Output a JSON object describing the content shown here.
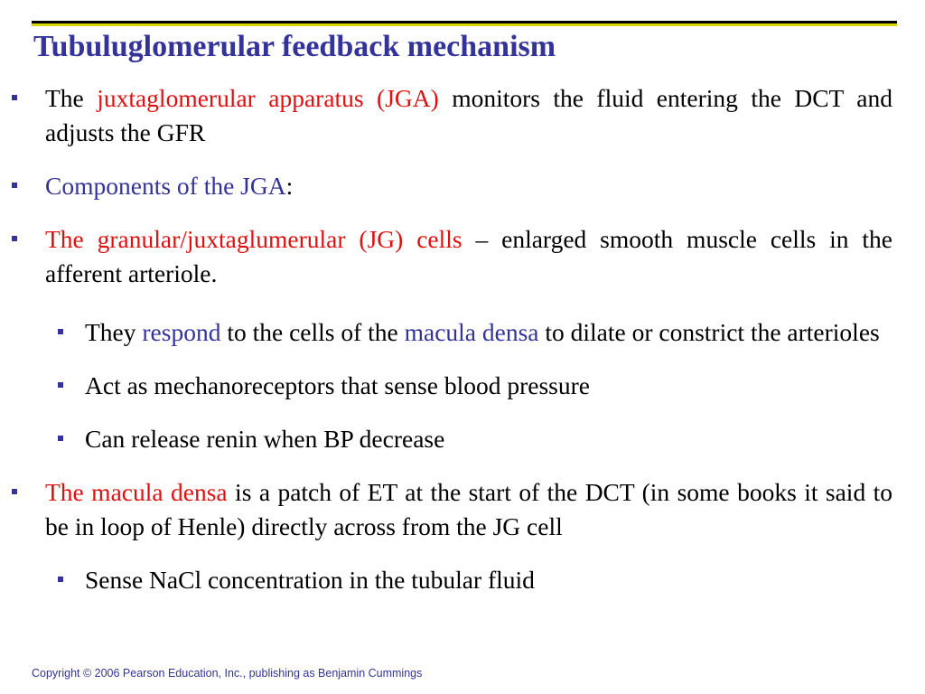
{
  "colors": {
    "title": "#333399",
    "accent_line": "#d8d800",
    "highlight_red": "#e01010",
    "highlight_blue": "#333399",
    "bullet": "#333399"
  },
  "slide": {
    "title": "Tubuluglomerular feedback mechanism",
    "bullets": [
      {
        "level": 1,
        "segments": [
          {
            "text": "The ",
            "style": "normal"
          },
          {
            "text": "juxtaglomerular apparatus (JGA)",
            "style": "red"
          },
          {
            "text": " monitors the fluid entering the DCT and adjusts the GFR",
            "style": "normal"
          }
        ]
      },
      {
        "level": 1,
        "segments": [
          {
            "text": "Components of the JGA",
            "style": "blue"
          },
          {
            "text": ":",
            "style": "normal"
          }
        ]
      },
      {
        "level": 1,
        "segments": [
          {
            "text": "The granular/juxtaglumerular (JG) cells",
            "style": "red"
          },
          {
            "text": " – enlarged smooth muscle cells in the afferent arteriole.",
            "style": "normal"
          }
        ]
      },
      {
        "level": 2,
        "segments": [
          {
            "text": " They ",
            "style": "normal"
          },
          {
            "text": "respond",
            "style": "blue"
          },
          {
            "text": " to the cells of the ",
            "style": "normal"
          },
          {
            "text": "macula densa",
            "style": "blue"
          },
          {
            "text": " to dilate or constrict the arterioles",
            "style": "normal"
          }
        ]
      },
      {
        "level": 2,
        "segments": [
          {
            "text": "Act as mechanoreceptors that sense blood pressure",
            "style": "normal"
          }
        ]
      },
      {
        "level": 2,
        "segments": [
          {
            "text": "Can release renin when BP decrease",
            "style": "normal"
          }
        ]
      },
      {
        "level": 1,
        "segments": [
          {
            "text": "The macula densa",
            "style": "red"
          },
          {
            "text": " is a patch of ET at the start of the DCT (in some books it said to be in loop of Henle) directly across from the JG cell",
            "style": "normal"
          }
        ]
      },
      {
        "level": 2,
        "segments": [
          {
            "text": "Sense NaCl concentration in the tubular fluid",
            "style": "normal"
          }
        ]
      }
    ]
  },
  "footer": {
    "copyright": "Copyright © 2006 Pearson Education, Inc., publishing as Benjamin Cummings"
  }
}
